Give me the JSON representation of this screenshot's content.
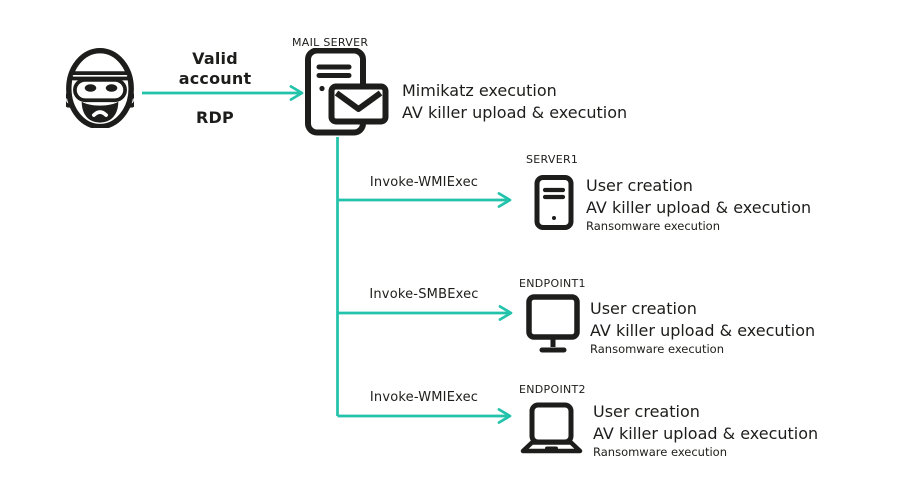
{
  "colors": {
    "accent": "#22c3aa",
    "ink": "#1d1d1b",
    "background": "#ffffff"
  },
  "attacker": {
    "icon": "burglar-icon"
  },
  "initial_edge": {
    "technique_line1": "Valid",
    "technique_line2": "account",
    "protocol": "RDP"
  },
  "mail_server": {
    "label": "MAIL SERVER",
    "icon": "mail-server-icon",
    "actions": [
      "Mimikatz execution",
      "AV killer upload & execution"
    ]
  },
  "branches": [
    {
      "edge_label": "Invoke-WMIExec",
      "node_label": "SERVER1",
      "icon": "server-tower-icon",
      "actions": [
        "User creation",
        "AV killer upload & execution"
      ],
      "action_small": "Ransomware execution"
    },
    {
      "edge_label": "Invoke-SMBExec",
      "node_label": "ENDPOINT1",
      "icon": "desktop-monitor-icon",
      "actions": [
        "User creation",
        "AV killer upload & execution"
      ],
      "action_small": "Ransomware execution"
    },
    {
      "edge_label": "Invoke-WMIExec",
      "node_label": "ENDPOINT2",
      "icon": "laptop-icon",
      "actions": [
        "User creation",
        "AV killer upload & execution"
      ],
      "action_small": "Ransomware execution"
    }
  ]
}
